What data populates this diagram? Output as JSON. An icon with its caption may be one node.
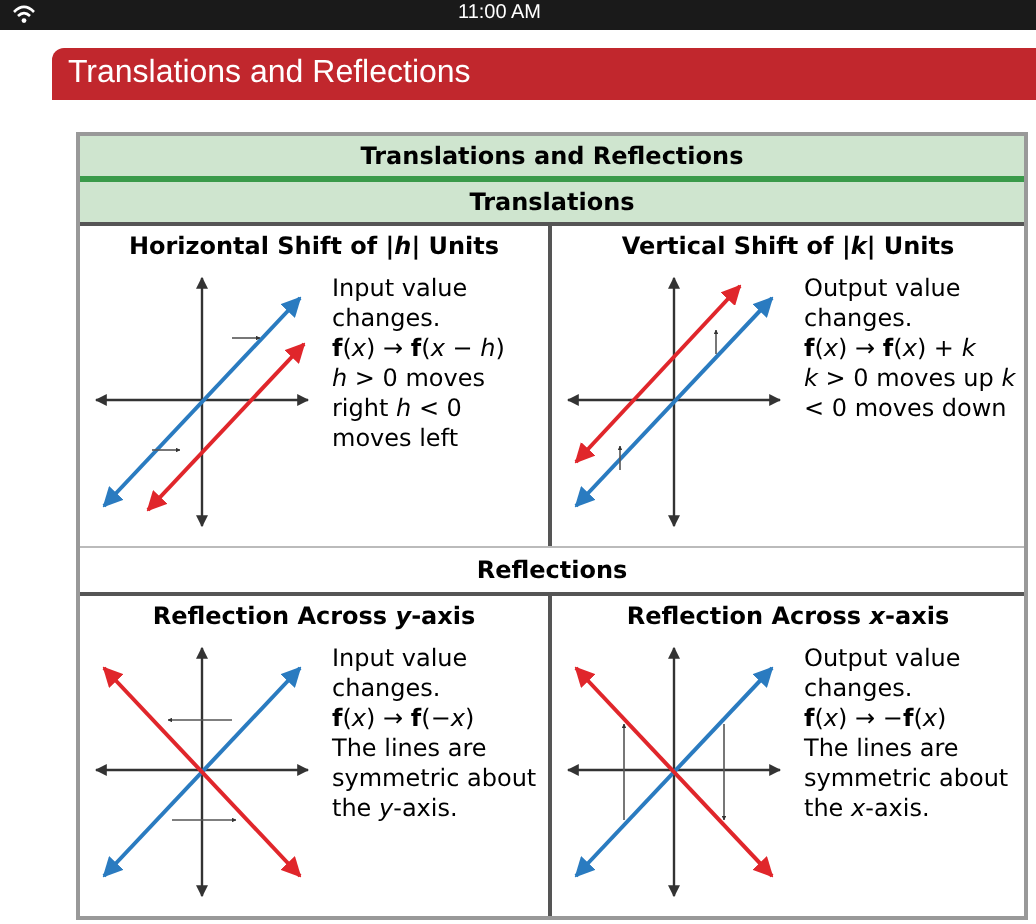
{
  "diagram": {
    "title": "Translations and Reflections",
    "labels": [
      "11:00 AM",
      "Translations and Reflections",
      "Translations",
      "Horizontal Shift of |*h*| Units",
      "Input value changes.",
      "**f**(*x*) → **f**(*x* − *h*)",
      "*h* > 0 moves right *h* < 0 moves left",
      "Vertical Shift of |*k*| Units",
      "Output value changes.",
      "**f**(*x*) → **f**(*x*) + *k*",
      "*k* > 0 moves up *k* < 0 moves down",
      "Reflections",
      "Reflection Across *y*-axis",
      "Input value changes.",
      "**f**(*x*) → **f**(−*x*)",
      "The lines are symmetric about the *y*-axis.",
      "Reflection Across *x*-axis",
      "Output value changes.",
      "**f**(*x*) → −**f**(*x*)",
      "The lines are symmetric about the *x*-axis."
    ]
  }
}
